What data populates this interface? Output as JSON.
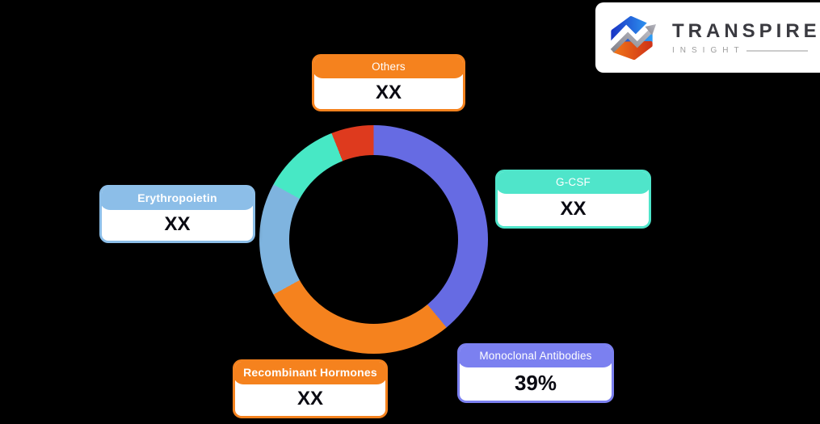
{
  "page": {
    "background_color": "#000000"
  },
  "logo": {
    "brand": "TRANSPIRE",
    "sub_brand": "INSIGHT",
    "icon": "transpire-hexagon-zigzag-arrow-logo",
    "card_color": "#ffffff",
    "brand_text_color": "#3a3a40",
    "sub_brand_text_color": "#9d9d9d"
  },
  "chart_data": {
    "type": "pie",
    "variant": "donut",
    "title": "",
    "direction": "clockwise",
    "start_angle_deg": 0,
    "legend_position": "callouts",
    "segments": [
      {
        "label": "Monoclonal Antibodies",
        "displayed_value": "39%",
        "percent": 39,
        "color": "#666BE3",
        "callout_accent": "#7B80F0"
      },
      {
        "label": "Recombinant Hormones",
        "displayed_value": "XX",
        "percent": 28,
        "color": "#F5821E",
        "callout_accent": "#F5821E"
      },
      {
        "label": "Erythropoietin",
        "displayed_value": "XX",
        "percent": 16,
        "color": "#7FB4DF",
        "callout_accent": "#8CBEE8"
      },
      {
        "label": "G-CSF",
        "displayed_value": "XX",
        "percent": 11,
        "color": "#47E8C5",
        "callout_accent": "#4FE5CA"
      },
      {
        "label": "Others",
        "displayed_value": "XX",
        "percent": 6,
        "color": "#DE3A1E",
        "callout_accent": "#F5821E"
      }
    ]
  }
}
